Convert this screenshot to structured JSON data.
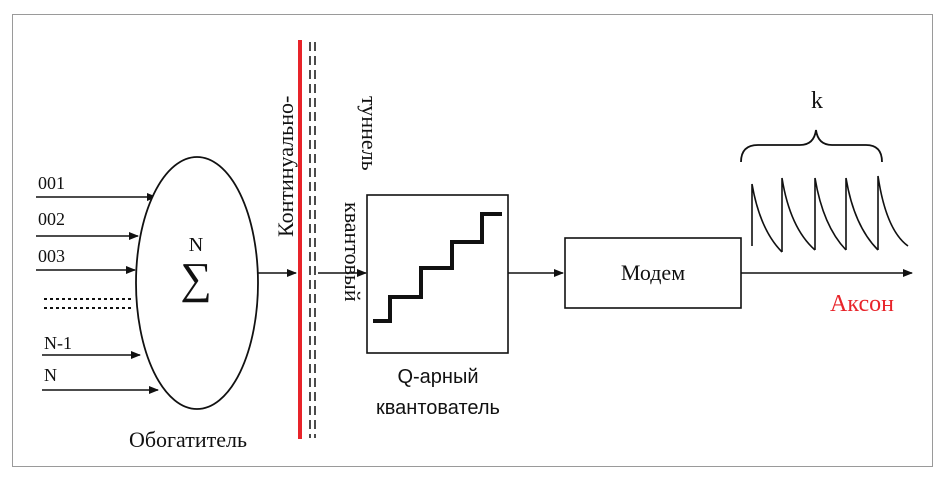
{
  "inputs": [
    "001",
    "002",
    "003",
    "N-1",
    "N"
  ],
  "sum_top": "N",
  "sum_symbol": "∑",
  "enricher_label": "Обогатитель",
  "tunnel_label_1": "Континуально-",
  "tunnel_label_2": "квантовый",
  "tunnel_label_3": "туннель",
  "quantizer_label_1": "Q-арный",
  "quantizer_label_2": "квантователь",
  "modem_label": "Модем",
  "axon_label": "Аксон",
  "k_label": "k",
  "colors": {
    "tunnel_line": "#e8242a",
    "axon": "#e8242a",
    "ink": "#111111"
  }
}
